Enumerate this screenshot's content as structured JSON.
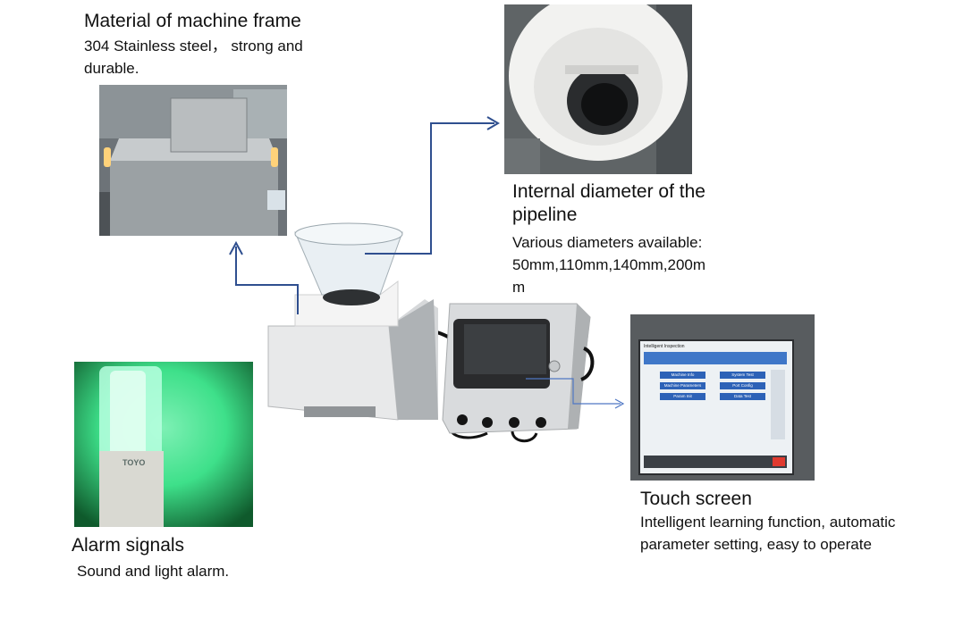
{
  "frame": {
    "title": "Material of machine frame",
    "desc_line1": "304 Stainless steel， strong and",
    "desc_line2": "durable."
  },
  "pipeline": {
    "title_line1": "Internal diameter of the",
    "title_line2": "pipeline",
    "desc_line1": "Various diameters available:",
    "desc_line2": "50mm,110mm,140mm,200m",
    "desc_line3": "m"
  },
  "touch": {
    "title": "Touch screen",
    "desc_line1": "Intelligent learning function, automatic",
    "desc_line2": "parameter setting, easy to operate",
    "screen": {
      "header": "Intelligent Inspection",
      "buttons": [
        "Machine Info",
        "System Test",
        "Machine Parameters",
        "Port Config",
        "Param Init",
        "Data Test"
      ]
    }
  },
  "alarm": {
    "title": "Alarm signals",
    "desc": "Sound and light alarm.",
    "brand": "TOYO"
  },
  "colors": {
    "arrow": "#2f4f8f",
    "text": "#111111",
    "alarm_green": "#3ee08a"
  },
  "icons": [
    "arrow-up-icon",
    "arrow-right-icon"
  ]
}
